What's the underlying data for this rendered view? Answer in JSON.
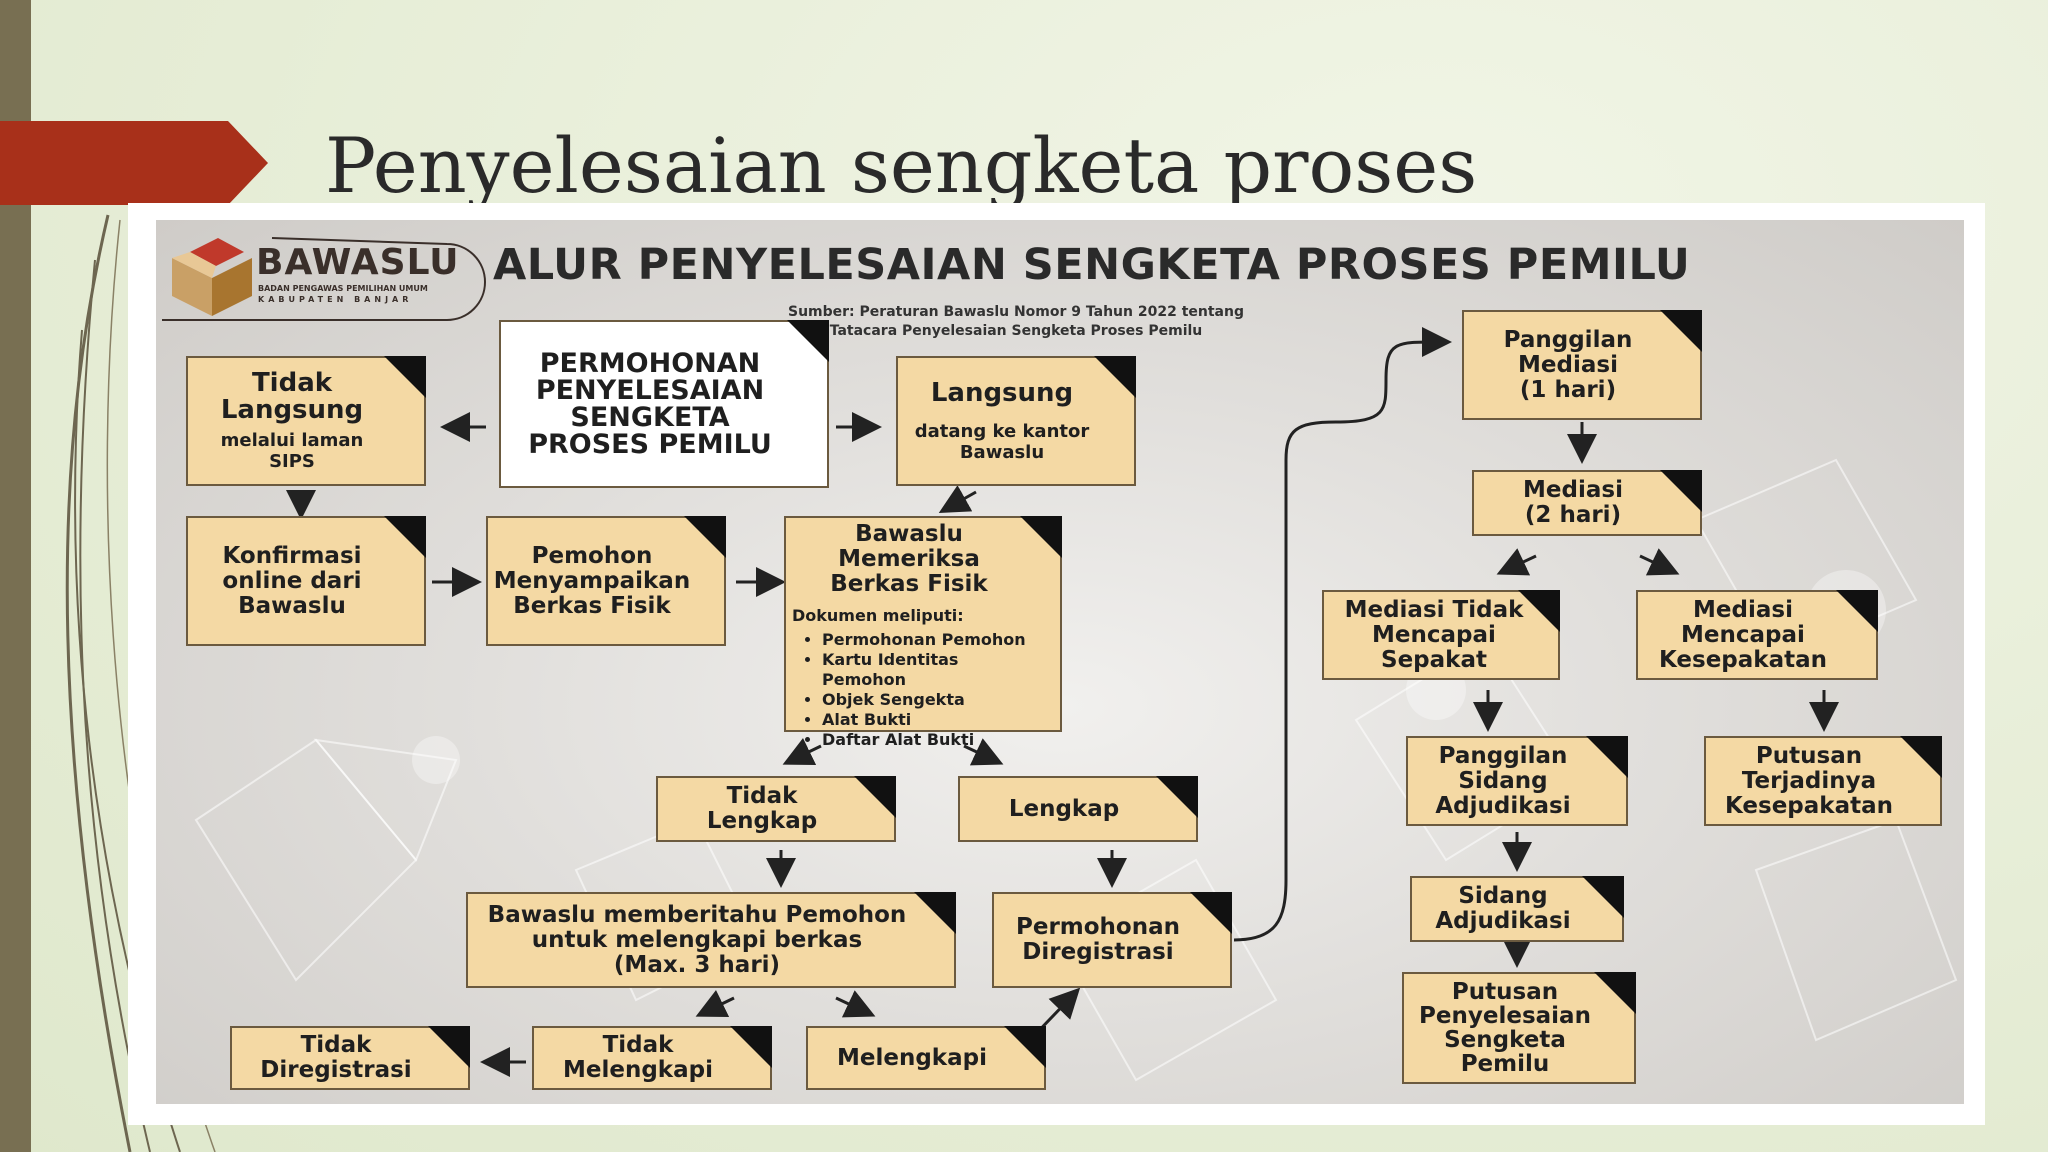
{
  "slide": {
    "title": "Penyelesaian sengketa proses"
  },
  "logo": {
    "name": "BAWASLU",
    "line1": "BADAN PENGAWAS PEMILIHAN UMUM",
    "line2": "KABUPATEN BANJAR"
  },
  "heading": "ALUR PENYELESAIAN SENGKETA PROSES PEMILU",
  "source": {
    "line1": "Sumber: Peraturan Bawaslu Nomor 9 Tahun 2022 tentang",
    "line2": "Tatacara Penyelesaian Sengketa Proses Pemilu"
  },
  "nodes": {
    "permohonan": {
      "line1": "PERMOHONAN",
      "line2": "PENYELESAIAN",
      "line3": "SENGKETA",
      "line4": "PROSES PEMILU"
    },
    "tidak_langsung": {
      "line1": "Tidak",
      "line2": "Langsung",
      "sub1": "melalui laman",
      "sub2": "SIPS"
    },
    "langsung": {
      "title": "Langsung",
      "sub1": "datang ke kantor",
      "sub2": "Bawaslu"
    },
    "konfirmasi": {
      "line1": "Konfirmasi",
      "line2": "online dari",
      "line3": "Bawaslu"
    },
    "pemohon": {
      "line1": "Pemohon",
      "line2": "Menyampaikan",
      "line3": "Berkas Fisik"
    },
    "memeriksa": {
      "line1": "Bawaslu",
      "line2": "Memeriksa",
      "line3": "Berkas Fisik",
      "doc_head": "Dokumen meliputi:",
      "docs": [
        "Permohonan Pemohon",
        "Kartu Identitas Pemohon",
        "Objek Sengekta",
        "Alat Bukti",
        "Daftar Alat Bukti"
      ]
    },
    "tidak_lengkap": {
      "line1": "Tidak",
      "line2": "Lengkap"
    },
    "lengkap": {
      "title": "Lengkap"
    },
    "memberitahu": {
      "line1": "Bawaslu memberitahu Pemohon",
      "line2": "untuk melengkapi berkas",
      "line3": "(Max. 3 hari)"
    },
    "diregistrasi": {
      "line1": "Permohonan",
      "line2": "Diregistrasi"
    },
    "tidak_diregistrasi": {
      "line1": "Tidak",
      "line2": "Diregistrasi"
    },
    "tidak_melengkapi": {
      "line1": "Tidak",
      "line2": "Melengkapi"
    },
    "melengkapi": {
      "title": "Melengkapi"
    },
    "panggilan_mediasi": {
      "line1": "Panggilan",
      "line2": "Mediasi",
      "line3": "(1 hari)"
    },
    "mediasi": {
      "line1": "Mediasi",
      "line2": "(2 hari)"
    },
    "tidak_sepakat": {
      "line1": "Mediasi Tidak",
      "line2": "Mencapai",
      "line3": "Sepakat"
    },
    "kesepakatan": {
      "line1": "Mediasi",
      "line2": "Mencapai",
      "line3": "Kesepakatan"
    },
    "panggilan_sidang": {
      "line1": "Panggilan",
      "line2": "Sidang",
      "line3": "Adjudikasi"
    },
    "putusan_kesepakatan": {
      "line1": "Putusan",
      "line2": "Terjadinya",
      "line3": "Kesepakatan"
    },
    "sidang": {
      "line1": "Sidang",
      "line2": "Adjudikasi"
    },
    "putusan_sengketa": {
      "line1": "Putusan",
      "line2": "Penyelesaian",
      "line3": "Sengketa",
      "line4": "Pemilu"
    }
  },
  "colors": {
    "box_fill": "#f4d9a4",
    "accent_red": "#a8301a",
    "left_bar": "#786f52",
    "corner": "#111111"
  }
}
